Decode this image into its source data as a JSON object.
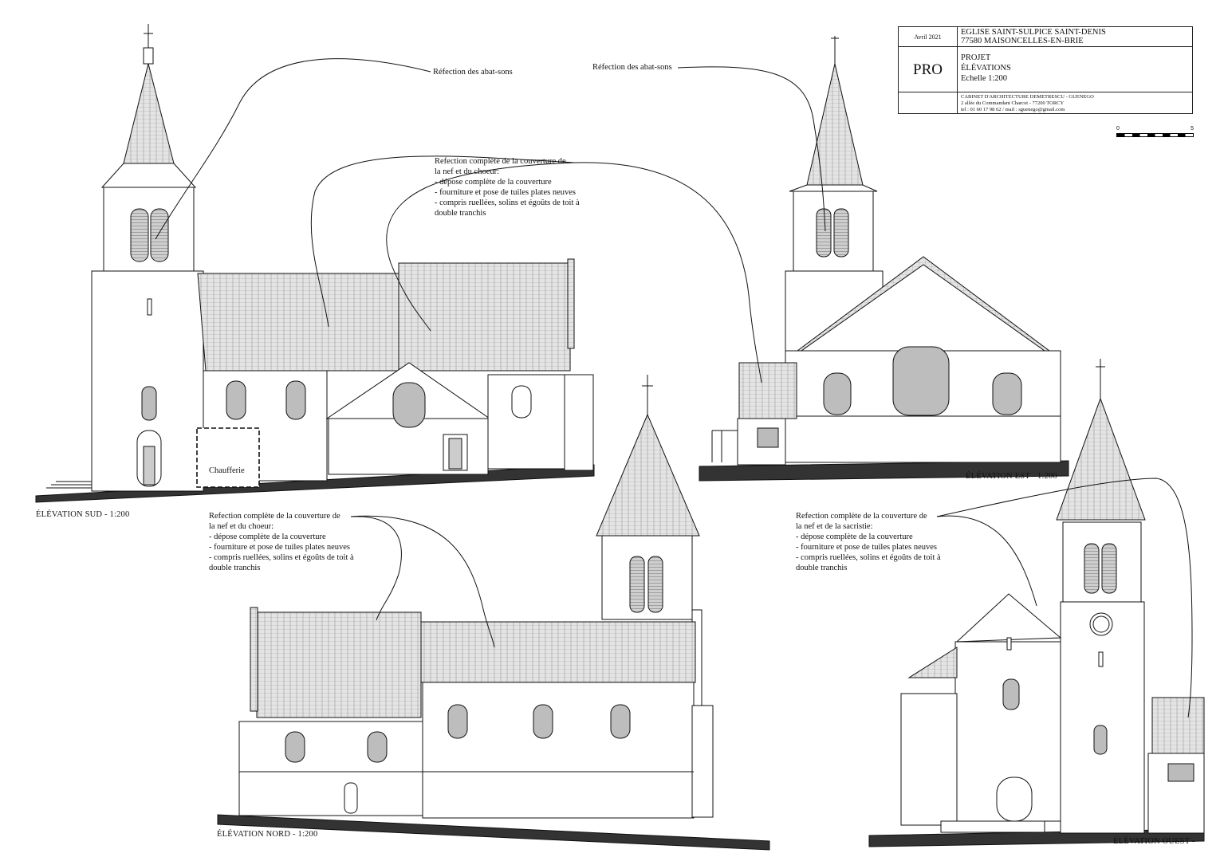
{
  "cartouche": {
    "date": "Avril 2021",
    "church_line1": "EGLISE SAINT-SULPICE SAINT-DENIS",
    "church_line2": "77580 MAISONCELLES-EN-BRIE",
    "phase": "PRO",
    "project_line1": "PROJET",
    "project_line2": "ÉLÉVATIONS",
    "project_line3": "Echelle 1:200",
    "cabinet_line1": "CABINET D'ARCHITECTURE DEMETRESCU - GUENEGO",
    "cabinet_line2": "2 allée du Commandant Charcot - 77200 TORCY",
    "cabinet_line3": "tel : 01 60 17 98 62 / mail : sguenego@gmail.com"
  },
  "scale_bar": {
    "start": "0",
    "end": "5"
  },
  "annotations": {
    "abat_sons_sud": "Réfection des abat-sons",
    "abat_sons_est": "Réfection des abat-sons",
    "couverture_top": {
      "lines": [
        "Refection complète de la couverture de",
        "la nef et du choeur:",
        "- dépose complète de la couverture",
        "- fourniture et pose de tuiles plates neuves",
        "- compris ruellées, solins et égoûts de toit à",
        "double tranchis"
      ]
    },
    "couverture_nord": {
      "lines": [
        "Refection complète de la couverture de",
        "la nef et du choeur:",
        "- dépose complète de la couverture",
        "- fourniture et pose de tuiles plates neuves",
        "- compris ruellées, solins et égoûts de toit à",
        "double tranchis"
      ]
    },
    "couverture_ouest": {
      "lines": [
        "Refection complète de la couverture de",
        "la nef et de la sacristie:",
        "- dépose complète de la couverture",
        "- fourniture et pose de tuiles plates neuves",
        "- compris ruellées, solins et égoûts de toit à",
        "double tranchis"
      ]
    },
    "chaufferie": "Chaufferie"
  },
  "captions": {
    "sud": "ÉLÉVATION SUD   -   1:200",
    "est": "ÉLÉVATION EST   -   1:200",
    "nord": "ÉLÉVATION NORD   -   1:200",
    "ouest": "ÉLÉVATION OUEST   -"
  },
  "colors": {
    "line": "#111111",
    "roof_fill": "#d9d9d9",
    "glass_fill": "#bdbdbd",
    "ground_fill": "#333333"
  }
}
